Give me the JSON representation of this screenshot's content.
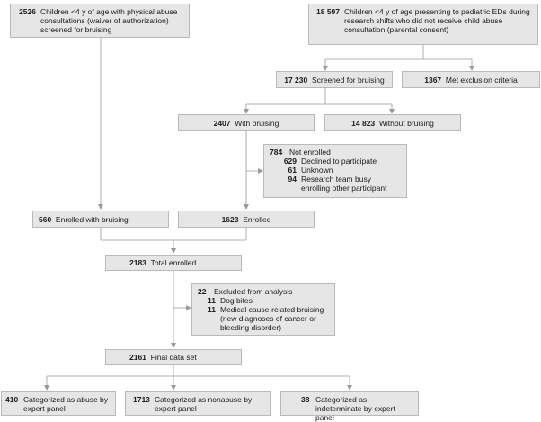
{
  "boxes": {
    "abuse_consults": {
      "n": "2526",
      "text": "Children <4 y of age with physical abuse consultations (waiver of authorization) screened for bruising"
    },
    "ed_children": {
      "n": "18 597",
      "text": "Children <4 y of age presenting to pediatric EDs during research shifts who did not receive child abuse consultation (parental consent)"
    },
    "screened": {
      "n": "17 230",
      "text": "Screened for bruising"
    },
    "met_exclusion": {
      "n": "1367",
      "text": "Met exclusion criteria"
    },
    "with_bruising": {
      "n": "2407",
      "text": "With bruising"
    },
    "without_bruising": {
      "n": "14 823",
      "text": "Without bruising"
    },
    "not_enrolled": {
      "n": "784",
      "text": "Not enrolled",
      "reasons": [
        {
          "n": "629",
          "text": "Declined to participate"
        },
        {
          "n": "61",
          "text": "Unknown"
        },
        {
          "n": "94",
          "text": "Research team busy enrolling other participant"
        }
      ]
    },
    "enrolled_bruising": {
      "n": "560",
      "text": "Enrolled with bruising"
    },
    "enrolled": {
      "n": "1623",
      "text": "Enrolled"
    },
    "total_enrolled": {
      "n": "2183",
      "text": "Total enrolled"
    },
    "excluded": {
      "n": "22",
      "text": "Excluded from analysis",
      "reasons": [
        {
          "n": "11",
          "text": "Dog bites"
        },
        {
          "n": "11",
          "text": "Medical cause-related bruising (new diagnoses of cancer or bleeding disorder)"
        }
      ]
    },
    "final": {
      "n": "2161",
      "text": "Final data set"
    },
    "abuse": {
      "n": "410",
      "text": "Categorized as abuse by expert panel"
    },
    "nonabuse": {
      "n": "1713",
      "text": "Categorized as nonabuse by expert panel"
    },
    "indeterminate": {
      "n": "38",
      "text": "Categorized as indeterminate by expert panel"
    }
  }
}
